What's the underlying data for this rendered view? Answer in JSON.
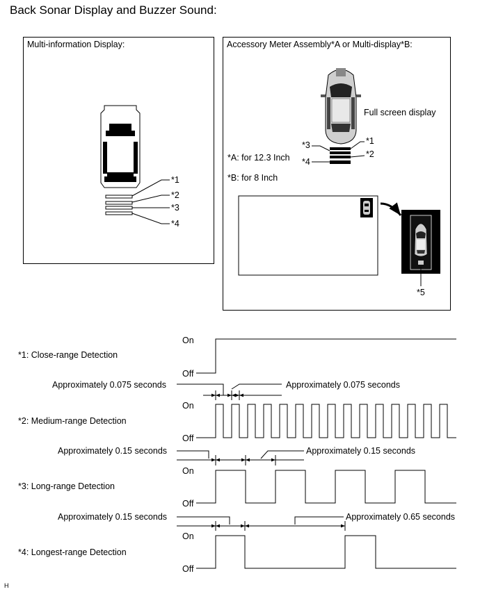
{
  "title": "Back Sonar Display and Buzzer Sound:",
  "panel_left": {
    "title": "Multi-information Display:",
    "callouts": [
      "*1",
      "*2",
      "*3",
      "*4"
    ]
  },
  "panel_right": {
    "title": "Accessory Meter Assembly*A or Multi-display*B:",
    "full_screen_label": "Full screen display",
    "note_a": "*A: for 12.3 Inch",
    "note_b": "*B: for 8 Inch",
    "callouts": [
      "*1",
      "*2",
      "*3",
      "*4"
    ],
    "callout_5": "*5"
  },
  "timing": {
    "on": "On",
    "off": "Off",
    "rows": [
      {
        "id": "close",
        "label": "*1: Close-range Detection"
      },
      {
        "id": "medium",
        "label": "*2: Medium-range Detection",
        "left_note": "Approximately 0.075 seconds",
        "right_note": "Approximately 0.075 seconds"
      },
      {
        "id": "long",
        "label": "*3: Long-range Detection",
        "left_note": "Approximately 0.15 seconds",
        "right_note": "Approximately 0.15 seconds"
      },
      {
        "id": "longest",
        "label": "*4: Longest-range Detection",
        "left_note": "Approximately 0.15 seconds",
        "right_note": "Approximately 0.65 seconds"
      }
    ]
  },
  "figure_code": "H"
}
